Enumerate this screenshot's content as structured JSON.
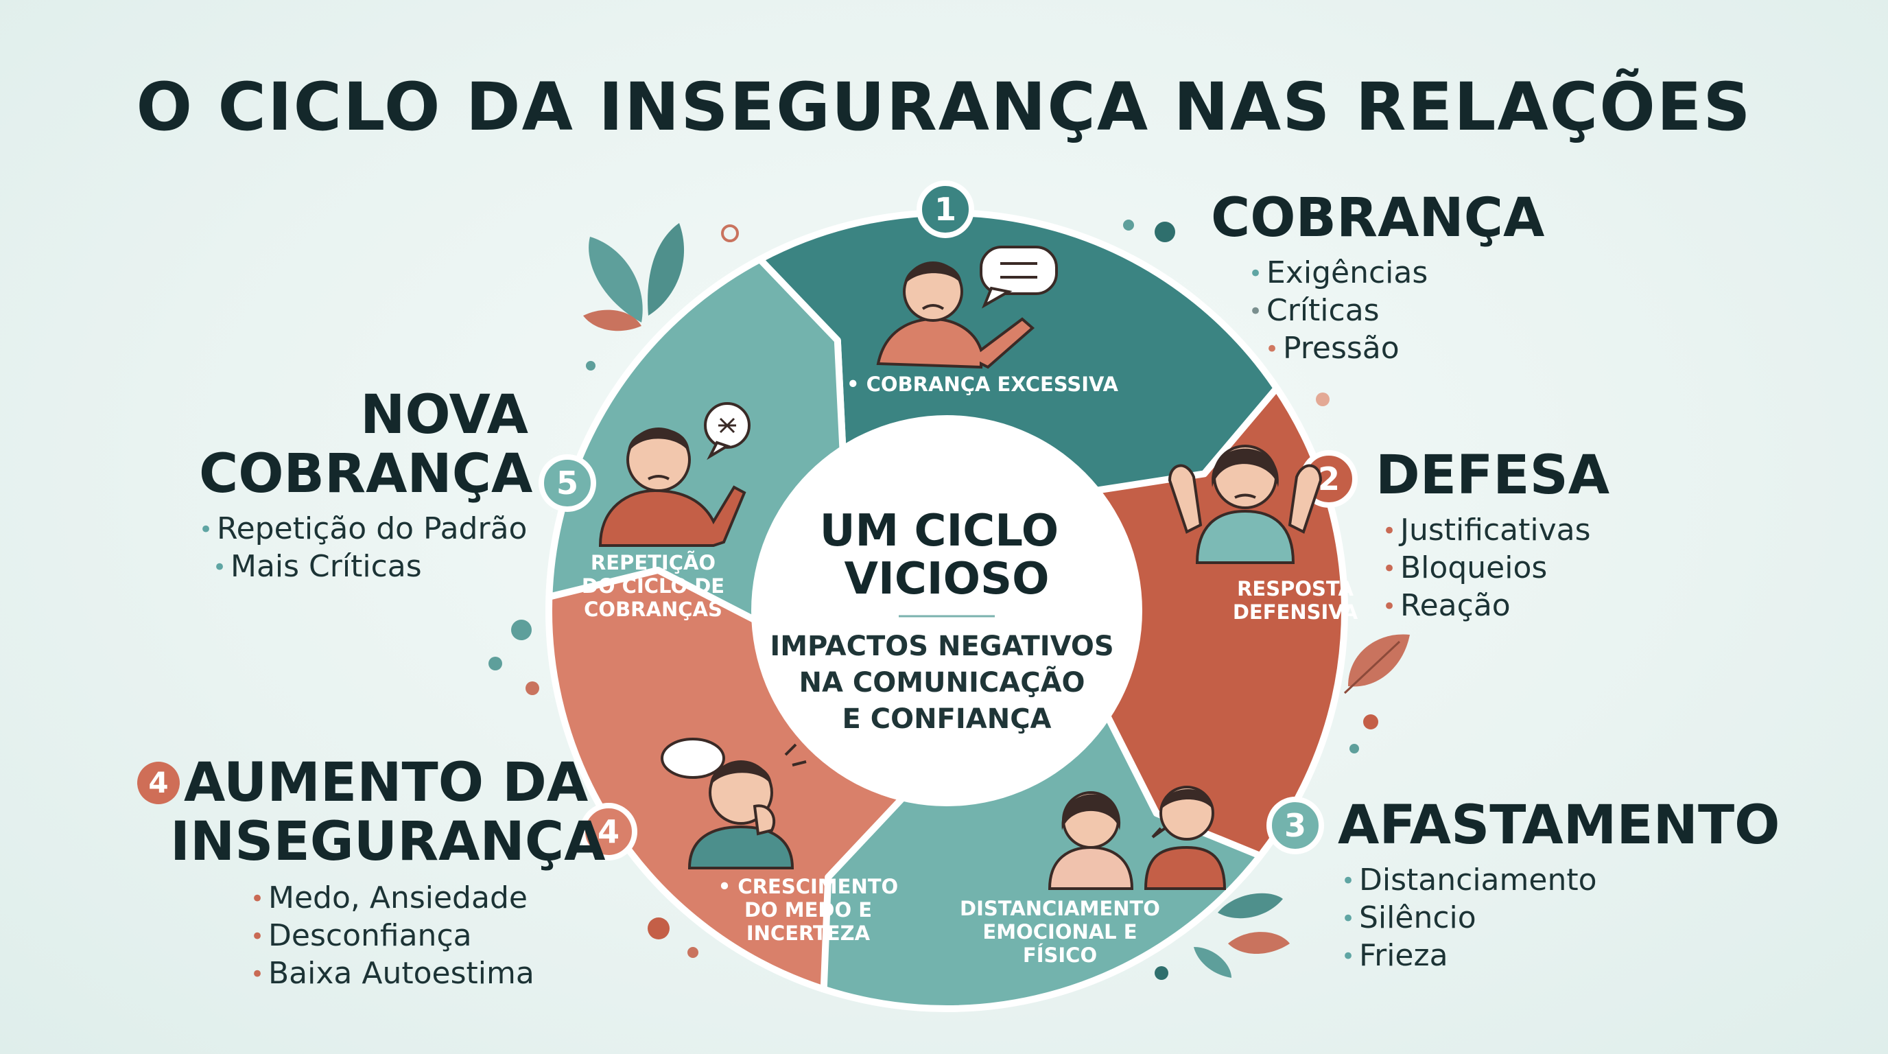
{
  "title": "O CICLO DA INSEGURANÇA NAS RELAÇÕES",
  "colors": {
    "teal_dark": "#3b8482",
    "teal_light": "#73b3ad",
    "rust": "#c45f47",
    "salmon": "#d9806a",
    "text": "#14282b"
  },
  "center": {
    "title_lines": [
      "UM CICLO",
      "VICIOSO"
    ],
    "subtitle_lines": [
      "IMPACTOS NEGATIVOS",
      "NA COMUNICAÇÃO",
      "E CONFIANÇA"
    ]
  },
  "segments": [
    {
      "number": "1",
      "label_lines": [
        "• COBRANÇA EXCESSIVA"
      ],
      "icon": "pointing-man-speech-icon"
    },
    {
      "number": "2",
      "label_lines": [
        "RESPOSTA",
        "DEFENSIVA"
      ],
      "icon": "defensive-woman-icon"
    },
    {
      "number": "3",
      "label_lines": [
        "DISTANCIAMENTO",
        "EMOCIONAL E",
        "FÍSICO"
      ],
      "icon": "turned-away-couple-icon"
    },
    {
      "number": "4",
      "label_lines": [
        "• CRESCIMENTO",
        "DO MEDO E",
        "INCERTEZA"
      ],
      "icon": "worried-person-thought-icon"
    },
    {
      "number": "5",
      "label_lines": [
        "REPETIÇÃO",
        "DO CICLO DE",
        "COBRANÇAS"
      ],
      "icon": "angry-man-pointing-icon"
    }
  ],
  "stages": {
    "cobranca": {
      "heading": "COBRANÇA",
      "bullets": [
        "Exigências",
        "Críticas",
        "Pressão"
      ]
    },
    "defesa": {
      "heading": "DEFESA",
      "bullets": [
        "Justificativas",
        "Bloqueios",
        "Reação"
      ]
    },
    "afastamento": {
      "heading": "AFASTAMENTO",
      "bullets": [
        "Distanciamento",
        "Silêncio",
        "Frieza"
      ]
    },
    "aumento": {
      "badge": "4",
      "heading_lines": [
        "AUMENTO DA",
        "INSEGURANÇA"
      ],
      "bullets": [
        "Medo, Ansiedade",
        "Desconfiança",
        "Baixa Autoestima"
      ]
    },
    "nova": {
      "heading_lines": [
        "NOVA",
        "COBRANÇA"
      ],
      "bullets": [
        "Repetição do Padrão",
        "Mais Críticas"
      ]
    }
  }
}
